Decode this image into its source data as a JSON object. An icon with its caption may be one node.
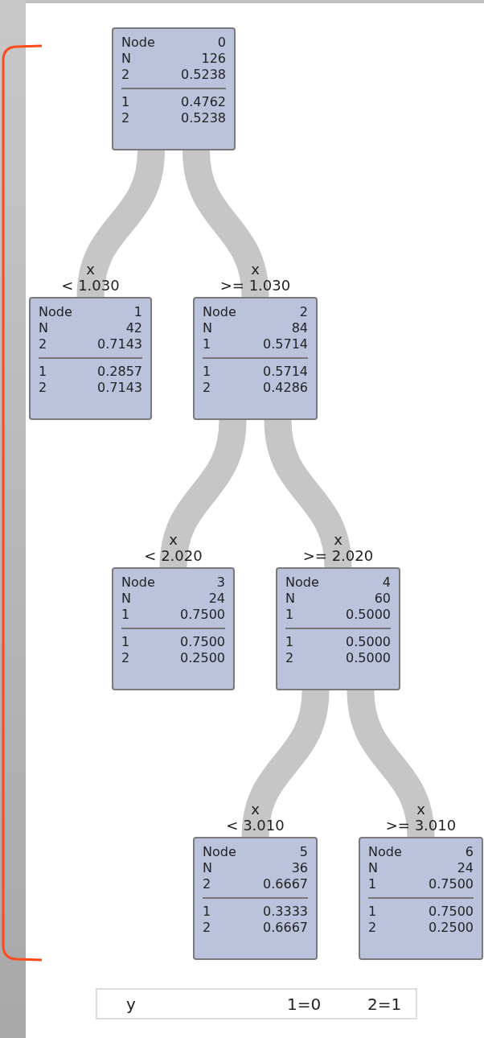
{
  "diagram": {
    "nodes": [
      {
        "text": [
          "Node",
          "0",
          "N",
          "126",
          "2",
          "0.5238",
          "1",
          "0.4762",
          "2",
          "0.5238"
        ]
      },
      {
        "text": [
          "Node",
          "1",
          "N",
          "42",
          "2",
          "0.7143",
          "1",
          "0.2857",
          "2",
          "0.7143"
        ]
      },
      {
        "text": [
          "Node",
          "2",
          "N",
          "84",
          "1",
          "0.5714",
          "1",
          "0.5714",
          "2",
          "0.4286"
        ]
      },
      {
        "text": [
          "Node",
          "3",
          "N",
          "24",
          "1",
          "0.7500",
          "1",
          "0.7500",
          "2",
          "0.2500"
        ]
      },
      {
        "text": [
          "Node",
          "4",
          "N",
          "60",
          "1",
          "0.5000",
          "1",
          "0.5000",
          "2",
          "0.5000"
        ]
      },
      {
        "text": [
          "Node",
          "5",
          "N",
          "36",
          "2",
          "0.6667",
          "1",
          "0.3333",
          "2",
          "0.6667"
        ]
      },
      {
        "text": [
          "Node",
          "6",
          "N",
          "24",
          "1",
          "0.7500",
          "1",
          "0.7500",
          "2",
          "0.2500"
        ]
      }
    ],
    "edges": [
      {
        "from": 0,
        "to": 1,
        "arrow": "none",
        "label": "x < 1.030"
      },
      {
        "from": 0,
        "to": 2,
        "arrow": "none",
        "label": "x >= 1.030"
      },
      {
        "from": 2,
        "to": 3,
        "arrow": "none",
        "label": "x < 2.020"
      },
      {
        "from": 2,
        "to": 4,
        "arrow": "none",
        "label": "x >= 2.020"
      },
      {
        "from": 4,
        "to": 5,
        "arrow": "none",
        "label": "x < 3.010"
      },
      {
        "from": 4,
        "to": 6,
        "arrow": "none",
        "label": "x >= 3.010"
      }
    ],
    "labels": [
      "y",
      "1=0",
      "2=1"
    ]
  }
}
